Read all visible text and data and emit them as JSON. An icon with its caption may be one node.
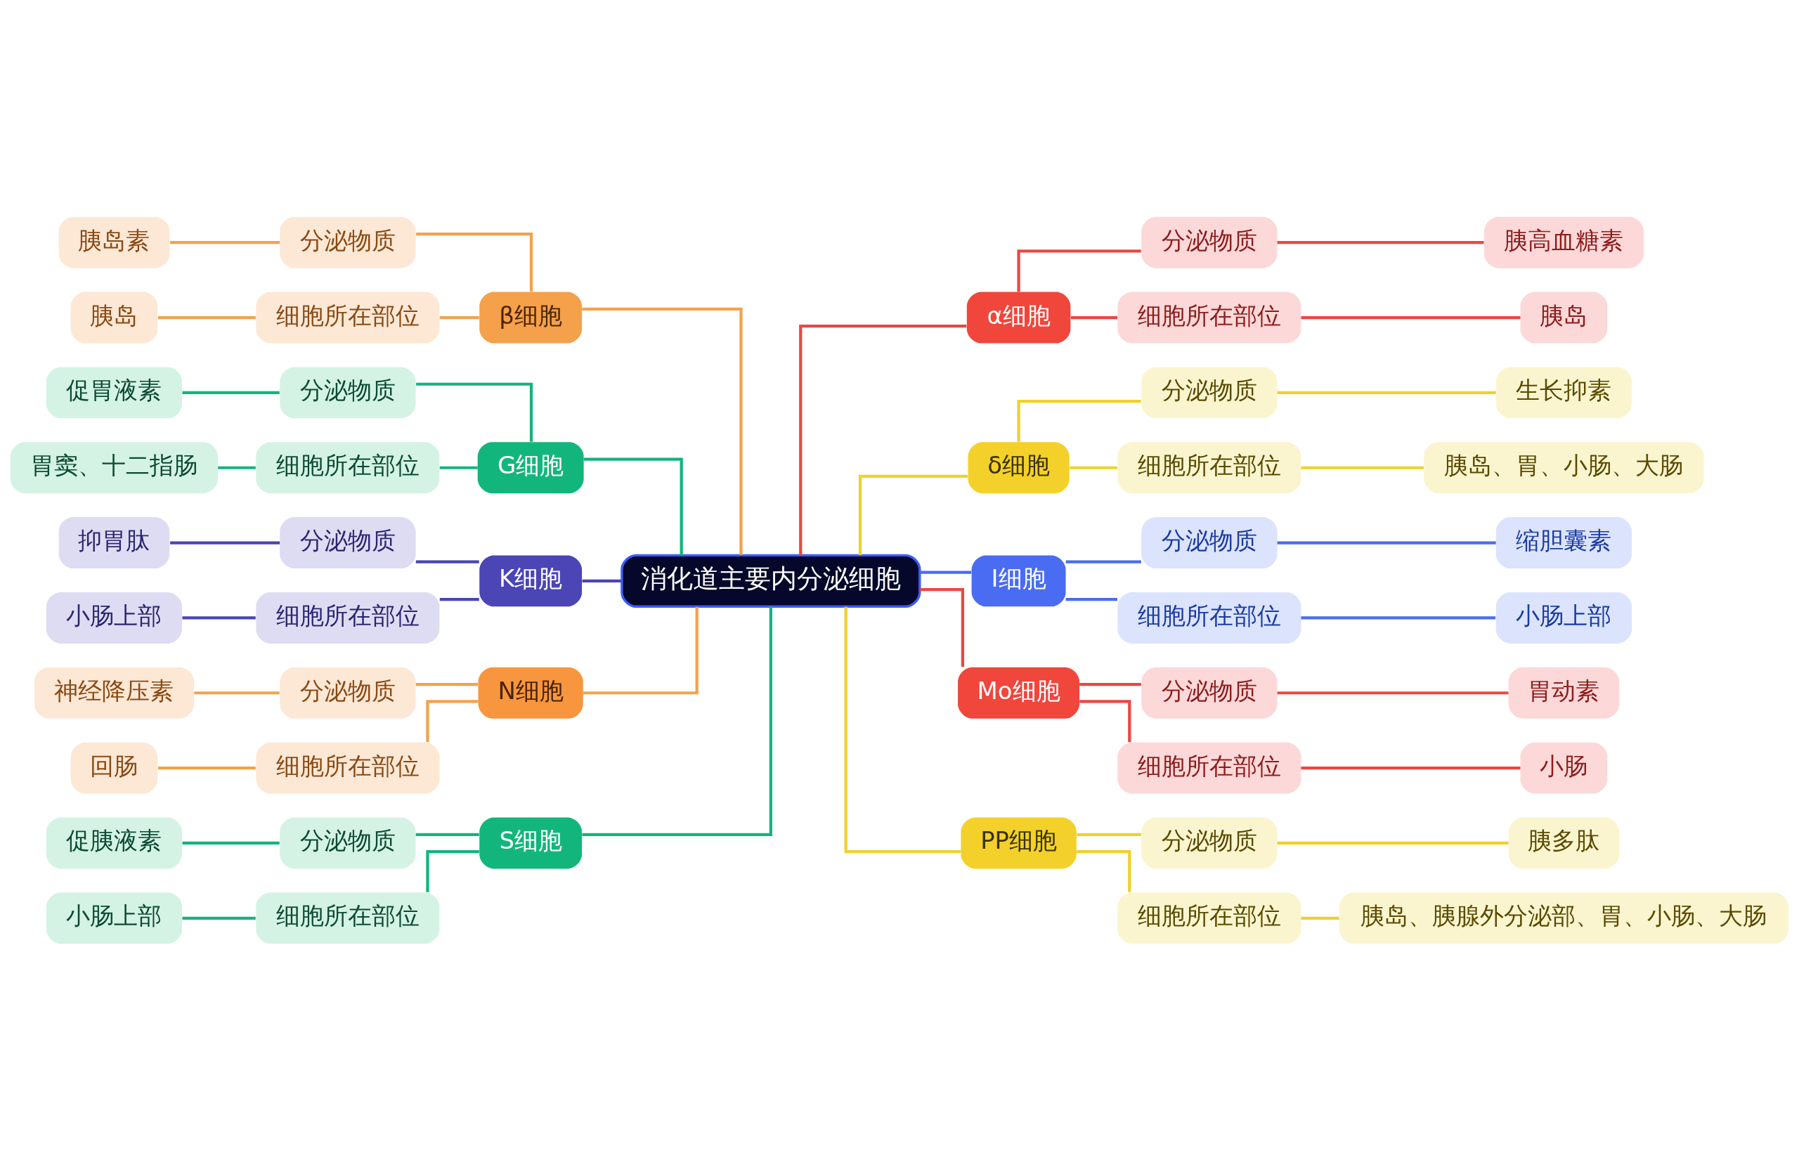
{
  "diagram": {
    "nodes": [
      {
        "text": [
          "消化道主要内分泌细胞"
        ]
      },
      {
        "text": [
          "β细胞"
        ]
      },
      {
        "text": [
          "分泌物质"
        ]
      },
      {
        "text": [
          "胰岛素"
        ]
      },
      {
        "text": [
          "细胞所在部位"
        ]
      },
      {
        "text": [
          "胰岛"
        ]
      },
      {
        "text": [
          "G细胞"
        ]
      },
      {
        "text": [
          "分泌物质"
        ]
      },
      {
        "text": [
          "促胃液素"
        ]
      },
      {
        "text": [
          "细胞所在部位"
        ]
      },
      {
        "text": [
          "胃窦、十二指肠"
        ]
      },
      {
        "text": [
          "K细胞"
        ]
      },
      {
        "text": [
          "分泌物质"
        ]
      },
      {
        "text": [
          "抑胃肽"
        ]
      },
      {
        "text": [
          "细胞所在部位"
        ]
      },
      {
        "text": [
          "小肠上部"
        ]
      },
      {
        "text": [
          "N细胞"
        ]
      },
      {
        "text": [
          "分泌物质"
        ]
      },
      {
        "text": [
          "神经降压素"
        ]
      },
      {
        "text": [
          "细胞所在部位"
        ]
      },
      {
        "text": [
          "回肠"
        ]
      },
      {
        "text": [
          "S细胞"
        ]
      },
      {
        "text": [
          "分泌物质"
        ]
      },
      {
        "text": [
          "促胰液素"
        ]
      },
      {
        "text": [
          "细胞所在部位"
        ]
      },
      {
        "text": [
          "小肠上部"
        ]
      },
      {
        "text": [
          "α细胞"
        ]
      },
      {
        "text": [
          "分泌物质"
        ]
      },
      {
        "text": [
          "胰高血糖素"
        ]
      },
      {
        "text": [
          "细胞所在部位"
        ]
      },
      {
        "text": [
          "胰岛"
        ]
      },
      {
        "text": [
          "δ细胞"
        ]
      },
      {
        "text": [
          "分泌物质"
        ]
      },
      {
        "text": [
          "生长抑素"
        ]
      },
      {
        "text": [
          "细胞所在部位"
        ]
      },
      {
        "text": [
          "胰岛、胃、小肠、大肠"
        ]
      },
      {
        "text": [
          "I细胞"
        ]
      },
      {
        "text": [
          "分泌物质"
        ]
      },
      {
        "text": [
          "缩胆囊素"
        ]
      },
      {
        "text": [
          "细胞所在部位"
        ]
      },
      {
        "text": [
          "小肠上部"
        ]
      },
      {
        "text": [
          "Mo细胞"
        ]
      },
      {
        "text": [
          "分泌物质"
        ]
      },
      {
        "text": [
          "胃动素"
        ]
      },
      {
        "text": [
          "细胞所在部位"
        ]
      },
      {
        "text": [
          "小肠"
        ]
      },
      {
        "text": [
          "PP细胞"
        ]
      },
      {
        "text": [
          "分泌物质"
        ]
      },
      {
        "text": [
          "胰多肽"
        ]
      },
      {
        "text": [
          "细胞所在部位"
        ]
      },
      {
        "text": [
          "胰岛、胰腺外分泌部、胃、小肠、大肠"
        ]
      }
    ],
    "edges": [
      {
        "from": 1,
        "to": 0,
        "arrow": "none",
        "color": "#f2a24e"
      },
      {
        "from": 2,
        "to": 1,
        "arrow": "none",
        "color": "#f2a24e"
      },
      {
        "from": 3,
        "to": 2,
        "arrow": "none",
        "color": "#f2a24e"
      },
      {
        "from": 4,
        "to": 1,
        "arrow": "none",
        "color": "#f2a24e"
      },
      {
        "from": 5,
        "to": 4,
        "arrow": "none",
        "color": "#f2a24e"
      },
      {
        "from": 6,
        "to": 0,
        "arrow": "none",
        "color": "#14b47c"
      },
      {
        "from": 7,
        "to": 6,
        "arrow": "none",
        "color": "#14b47c"
      },
      {
        "from": 8,
        "to": 7,
        "arrow": "none",
        "color": "#14b47c"
      },
      {
        "from": 9,
        "to": 6,
        "arrow": "none",
        "color": "#14b47c"
      },
      {
        "from": 10,
        "to": 9,
        "arrow": "none",
        "color": "#14b47c"
      },
      {
        "from": 11,
        "to": 0,
        "arrow": "none",
        "color": "#4a44b4"
      },
      {
        "from": 12,
        "to": 11,
        "arrow": "none",
        "color": "#4a44b4"
      },
      {
        "from": 13,
        "to": 12,
        "arrow": "none",
        "color": "#4a44b4"
      },
      {
        "from": 14,
        "to": 11,
        "arrow": "none",
        "color": "#4a44b4"
      },
      {
        "from": 15,
        "to": 14,
        "arrow": "none",
        "color": "#4a44b4"
      },
      {
        "from": 16,
        "to": 0,
        "arrow": "none",
        "color": "#f2a24e"
      },
      {
        "from": 17,
        "to": 16,
        "arrow": "none",
        "color": "#f2a24e"
      },
      {
        "from": 18,
        "to": 17,
        "arrow": "none",
        "color": "#f2a24e"
      },
      {
        "from": 19,
        "to": 16,
        "arrow": "none",
        "color": "#f2a24e"
      },
      {
        "from": 20,
        "to": 19,
        "arrow": "none",
        "color": "#f2a24e"
      },
      {
        "from": 21,
        "to": 0,
        "arrow": "none",
        "color": "#14b47c"
      },
      {
        "from": 22,
        "to": 21,
        "arrow": "none",
        "color": "#14b47c"
      },
      {
        "from": 23,
        "to": 22,
        "arrow": "none",
        "color": "#14b47c"
      },
      {
        "from": 24,
        "to": 21,
        "arrow": "none",
        "color": "#14b47c"
      },
      {
        "from": 25,
        "to": 24,
        "arrow": "none",
        "color": "#14b47c"
      },
      {
        "from": 0,
        "to": 26,
        "arrow": "none",
        "color": "#ec4740"
      },
      {
        "from": 26,
        "to": 27,
        "arrow": "none",
        "color": "#ec4740"
      },
      {
        "from": 27,
        "to": 28,
        "arrow": "none",
        "color": "#ec4740"
      },
      {
        "from": 26,
        "to": 29,
        "arrow": "none",
        "color": "#ec4740"
      },
      {
        "from": 29,
        "to": 30,
        "arrow": "none",
        "color": "#ec4740"
      },
      {
        "from": 0,
        "to": 31,
        "arrow": "none",
        "color": "#f0d02c"
      },
      {
        "from": 31,
        "to": 32,
        "arrow": "none",
        "color": "#f0d02c"
      },
      {
        "from": 32,
        "to": 33,
        "arrow": "none",
        "color": "#f0d02c"
      },
      {
        "from": 31,
        "to": 34,
        "arrow": "none",
        "color": "#f0d02c"
      },
      {
        "from": 34,
        "to": 35,
        "arrow": "none",
        "color": "#f0d02c"
      },
      {
        "from": 0,
        "to": 36,
        "arrow": "none",
        "color": "#4a6cf0"
      },
      {
        "from": 36,
        "to": 37,
        "arrow": "none",
        "color": "#4a6cf0"
      },
      {
        "from": 37,
        "to": 38,
        "arrow": "none",
        "color": "#4a6cf0"
      },
      {
        "from": 36,
        "to": 39,
        "arrow": "none",
        "color": "#4a6cf0"
      },
      {
        "from": 39,
        "to": 40,
        "arrow": "none",
        "color": "#4a6cf0"
      },
      {
        "from": 0,
        "to": 41,
        "arrow": "none",
        "color": "#ec4740"
      },
      {
        "from": 41,
        "to": 42,
        "arrow": "none",
        "color": "#ec4740"
      },
      {
        "from": 42,
        "to": 43,
        "arrow": "none",
        "color": "#ec4740"
      },
      {
        "from": 41,
        "to": 44,
        "arrow": "none",
        "color": "#ec4740"
      },
      {
        "from": 44,
        "to": 45,
        "arrow": "none",
        "color": "#ec4740"
      },
      {
        "from": 0,
        "to": 46,
        "arrow": "none",
        "color": "#f0d02c"
      },
      {
        "from": 46,
        "to": 47,
        "arrow": "none",
        "color": "#f0d02c"
      },
      {
        "from": 47,
        "to": 48,
        "arrow": "none",
        "color": "#f0d02c"
      },
      {
        "from": 46,
        "to": 49,
        "arrow": "none",
        "color": "#f0d02c"
      },
      {
        "from": 49,
        "to": 50,
        "arrow": "none",
        "color": "#f0d02c"
      }
    ]
  }
}
